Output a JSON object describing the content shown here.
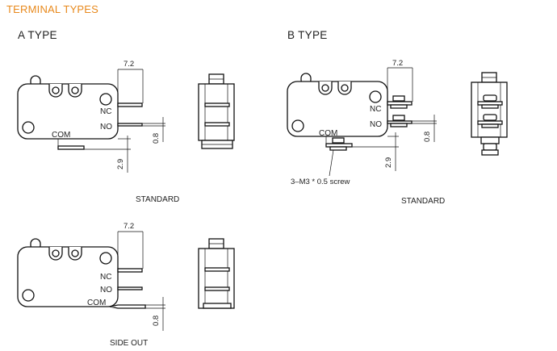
{
  "header": "TERMINAL TYPES",
  "a_type": {
    "title": "A TYPE",
    "standard": {
      "caption": "STANDARD",
      "dim_top": "7.2",
      "dim_right": "0.8",
      "dim_bottom": "2.9",
      "nc": "NC",
      "no": "NO",
      "com": "COM"
    },
    "side_out": {
      "caption": "SIDE OUT",
      "dim_top": "7.2",
      "dim_right": "0.8",
      "nc": "NC",
      "no": "NO",
      "com": "COM"
    }
  },
  "b_type": {
    "title": "B TYPE",
    "standard": {
      "caption": "STANDARD",
      "dim_top": "7.2",
      "dim_right": "0.8",
      "dim_bottom": "2.9",
      "nc": "NC",
      "no": "NO",
      "com": "COM",
      "screw_note": "3–M3 * 0.5 screw"
    }
  }
}
